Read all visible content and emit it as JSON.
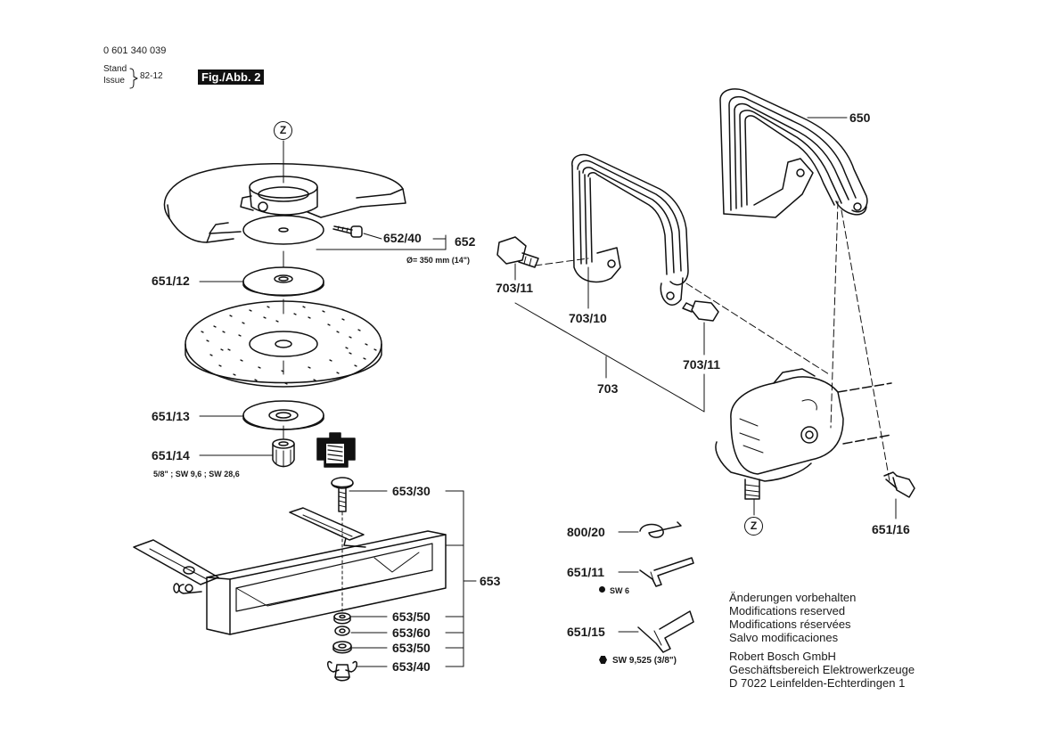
{
  "header": {
    "doc_number": "0 601 340 039",
    "stand_label": "Stand",
    "issue_label": "Issue",
    "revision": "82-12",
    "figure_tag": "Fig./Abb. 2"
  },
  "markers": {
    "z_top": "Z",
    "z_bottom": "Z"
  },
  "parts": {
    "p652_40": "652/40",
    "p652": "652",
    "p652_note": "Ø= 350 mm  (14\")",
    "p651_12": "651/12",
    "p651_13": "651/13",
    "p651_14": "651/14",
    "p651_14_note": "5/8\" ; SW 9,6 ; SW 28,6",
    "p653_30": "653/30",
    "p653": "653",
    "p653_50a": "653/50",
    "p653_60": "653/60",
    "p653_50b": "653/50",
    "p653_40": "653/40",
    "p650": "650",
    "p703_11a": "703/11",
    "p703_10": "703/10",
    "p703_11b": "703/11",
    "p703": "703",
    "p651_16": "651/16",
    "p800_20": "800/20",
    "p651_11": "651/11",
    "p651_11_note": "SW 6",
    "p651_15": "651/15",
    "p651_15_note": "SW 9,525  (3/8\")"
  },
  "footer": {
    "line1": "Änderungen vorbehalten",
    "line2": "Modifications reserved",
    "line3": "Modifications réservées",
    "line4": "Salvo modificaciones",
    "line5": "Robert Bosch GmbH",
    "line6": "Geschäftsbereich Elektrowerkzeuge",
    "line7": "D 7022 Leinfelden-Echterdingen 1"
  }
}
